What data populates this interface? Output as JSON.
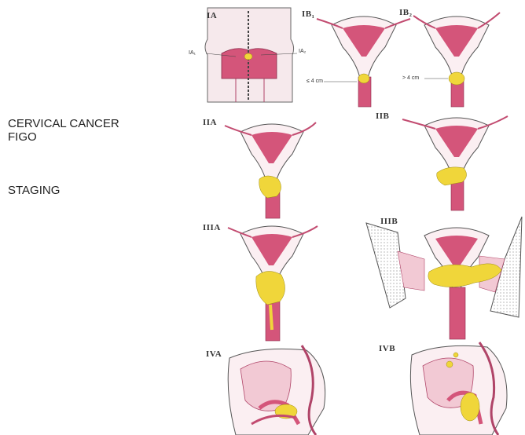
{
  "side_text": {
    "title_line1": "CERVICAL CANCER",
    "title_line2": "FIGO",
    "subtitle": "STAGING"
  },
  "stages": {
    "IA": "IA",
    "IA1": "IA₁",
    "IA2": "IA₂",
    "IB1": "IB₁",
    "IB2": "IB₂",
    "IB1_size": "≤ 4 cm",
    "IB2_size": "> 4 cm",
    "IIA": "IIA",
    "IIB": "IIB",
    "IIIA": "IIIA",
    "IIIB": "IIIB",
    "IVA": "IVA",
    "IVB": "IVB"
  },
  "colors": {
    "uterus": "#d4557a",
    "uterus_light": "#f2c9d4",
    "tumor": "#f0d63a",
    "outline": "#555555",
    "pelvic_wall": "#d8d8d8"
  }
}
